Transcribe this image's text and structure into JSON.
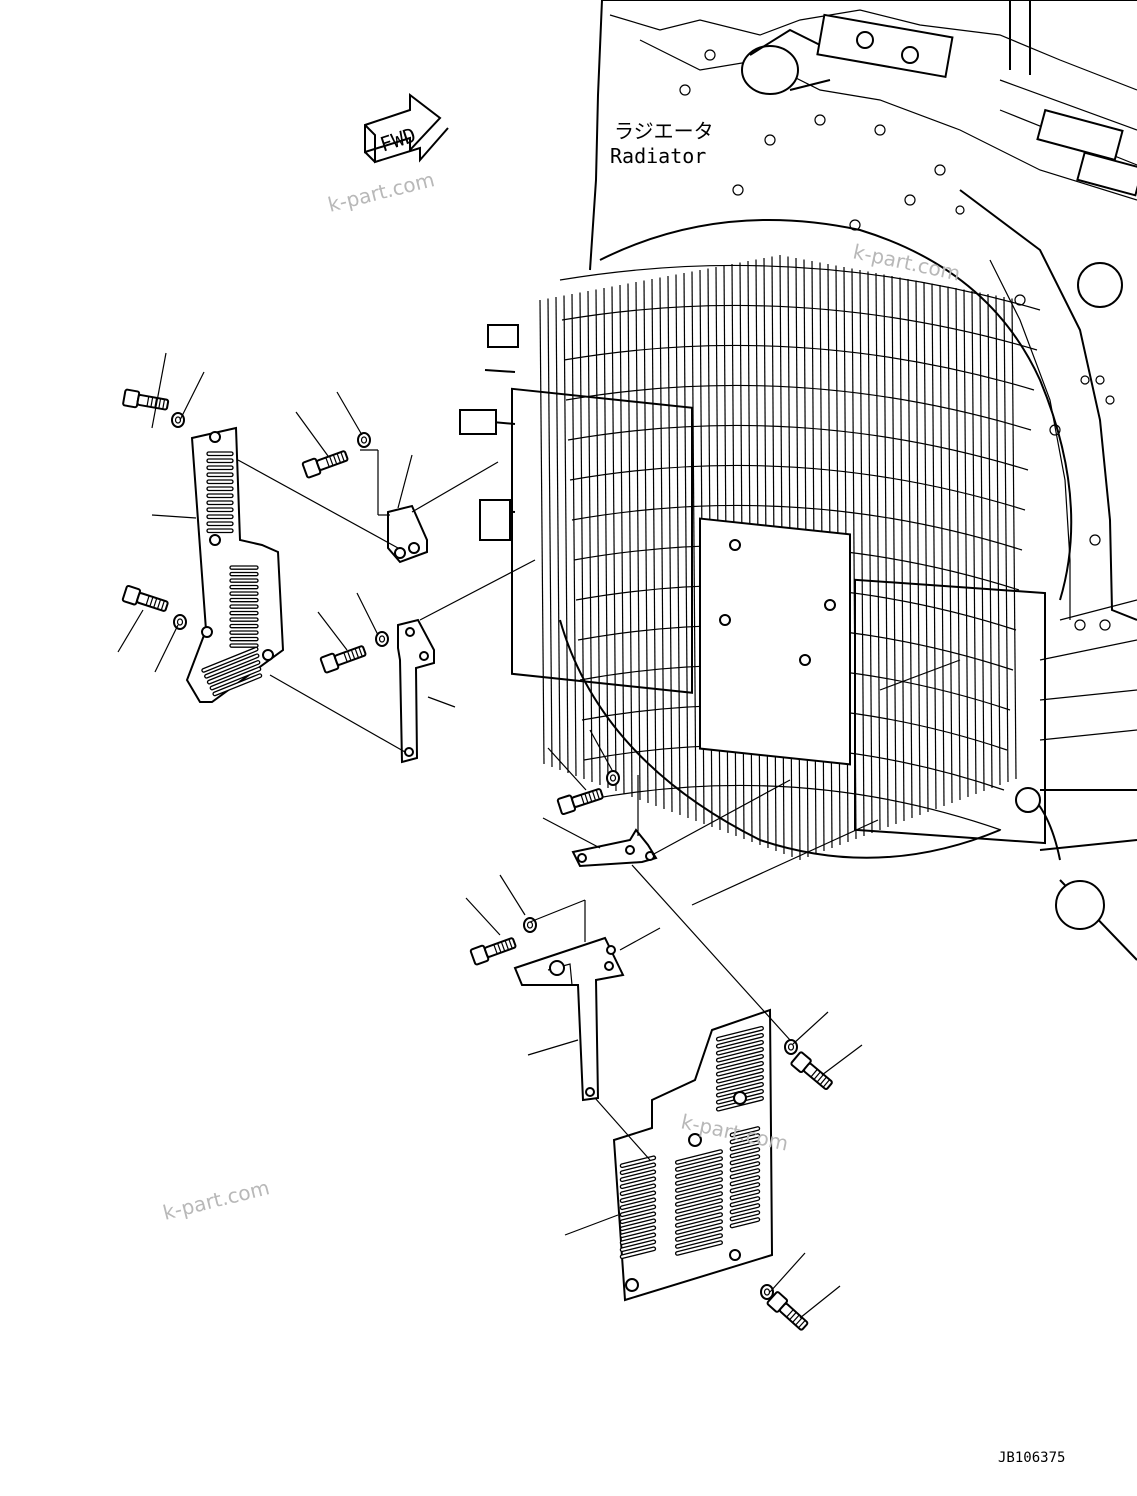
{
  "labels": {
    "fwd": "FWD",
    "radiator_jp": "ラジエータ",
    "radiator_en": "Radiator",
    "drawing_id": "JB106375"
  },
  "watermarks": [
    "k-part.com",
    "k-part.com",
    "k-part.com",
    "k-part.com"
  ]
}
